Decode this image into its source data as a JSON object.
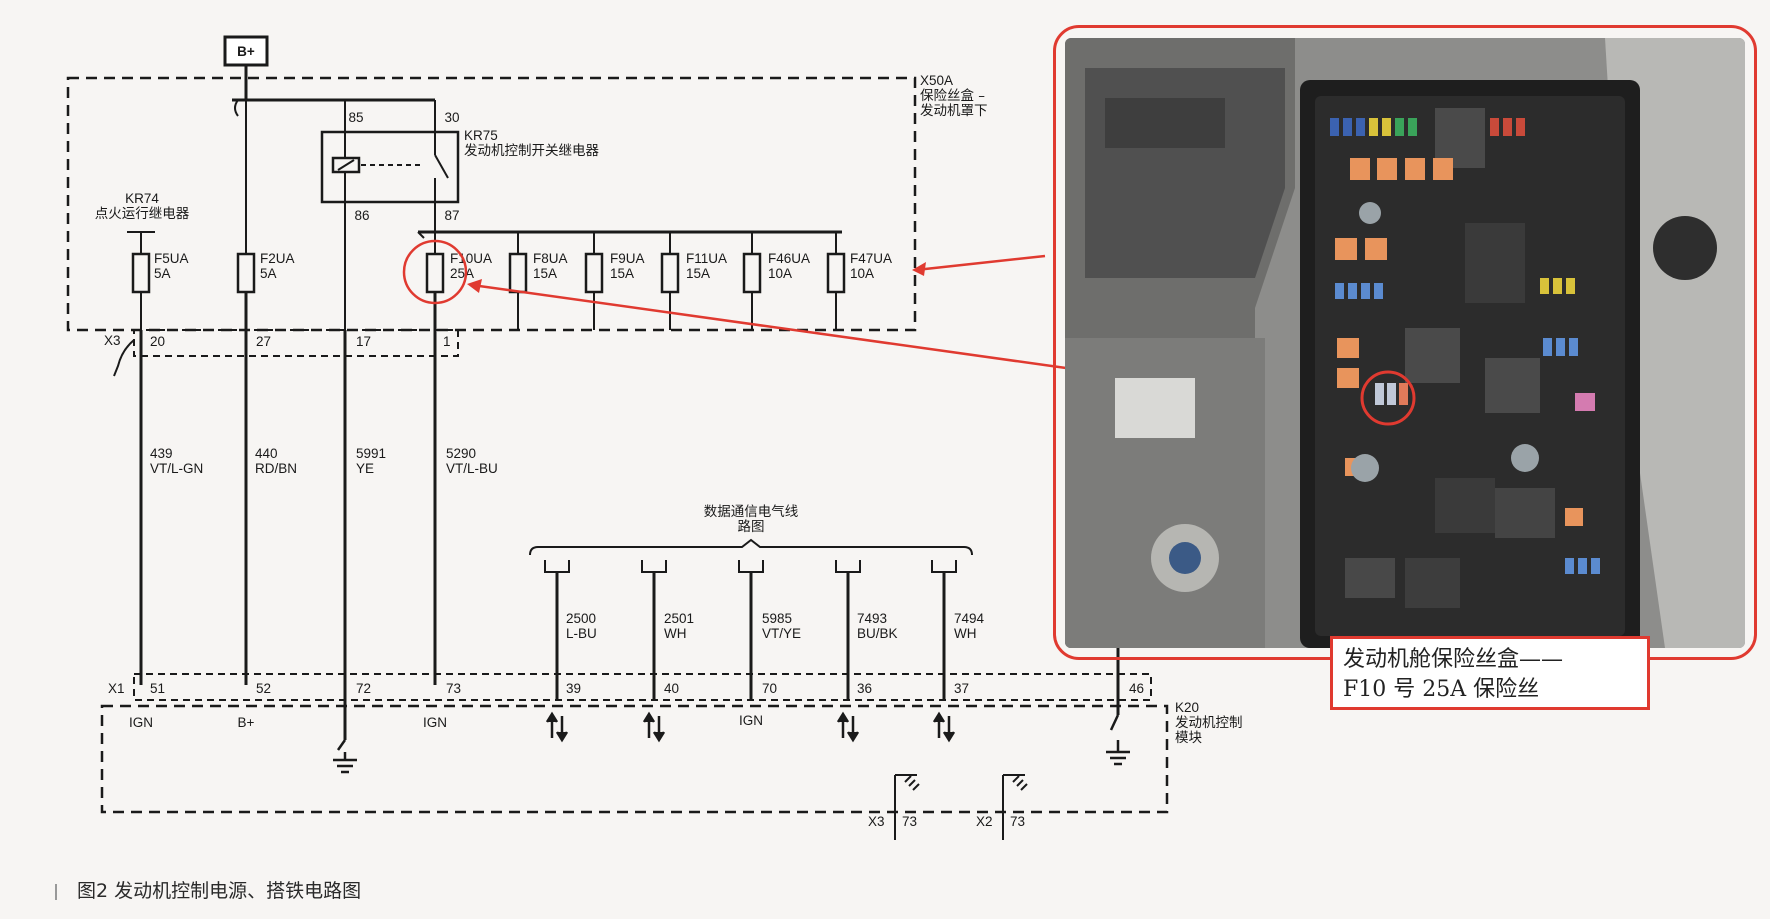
{
  "power_source": "B+",
  "fuse_box": {
    "id": "X50A",
    "name_line1": "保险丝盒 –",
    "name_line2": "发动机罩下"
  },
  "relays": {
    "kr75": {
      "id": "KR75",
      "name": "发动机控制开关继电器",
      "pins": [
        "85",
        "30",
        "86",
        "87"
      ]
    },
    "kr74": {
      "id": "KR74",
      "name": "点火运行继电器"
    }
  },
  "fuses": [
    {
      "id": "F5UA",
      "rating": "5A"
    },
    {
      "id": "F2UA",
      "rating": "5A"
    },
    {
      "id": "F10UA",
      "rating": "25A"
    },
    {
      "id": "F8UA",
      "rating": "15A"
    },
    {
      "id": "F9UA",
      "rating": "15A"
    },
    {
      "id": "F11UA",
      "rating": "15A"
    },
    {
      "id": "F46UA",
      "rating": "10A"
    },
    {
      "id": "F47UA",
      "rating": "10A"
    }
  ],
  "connector_x3": {
    "id": "X3",
    "pins": [
      "20",
      "27",
      "17",
      "1"
    ]
  },
  "wires": [
    {
      "circuit": "439",
      "color": "VT/L-GN"
    },
    {
      "circuit": "440",
      "color": "RD/BN"
    },
    {
      "circuit": "5991",
      "color": "YE"
    },
    {
      "circuit": "5290",
      "color": "VT/L-BU"
    }
  ],
  "data_bus": {
    "title_line1": "数据通信电气线",
    "title_line2": "路图",
    "wires": [
      {
        "circuit": "2500",
        "color": "L-BU"
      },
      {
        "circuit": "2501",
        "color": "WH"
      },
      {
        "circuit": "5985",
        "color": "VT/YE"
      },
      {
        "circuit": "7493",
        "color": "BU/BK"
      },
      {
        "circuit": "7494",
        "color": "WH"
      }
    ]
  },
  "connector_x1": {
    "id": "X1",
    "pins": [
      "51",
      "52",
      "72",
      "73",
      "39",
      "40",
      "70",
      "36",
      "37",
      "46"
    ]
  },
  "ecm": {
    "id": "K20",
    "name_line1": "发动机控制",
    "name_line2": "模块",
    "pin_labels": [
      "IGN",
      "B+",
      "IGN",
      "IGN"
    ]
  },
  "ground_connectors": [
    {
      "id": "X3",
      "pin": "73"
    },
    {
      "id": "X2",
      "pin": "73"
    }
  ],
  "photo_caption": {
    "line1": "发动机舱保险丝盒——",
    "line2": "F10 号 25A 保险丝"
  },
  "figure_caption": "图2  发动机控制电源、搭铁电路图",
  "colors": {
    "highlight": "#e03a30",
    "line": "#1a1a1a",
    "background": "#f7f5f3"
  }
}
